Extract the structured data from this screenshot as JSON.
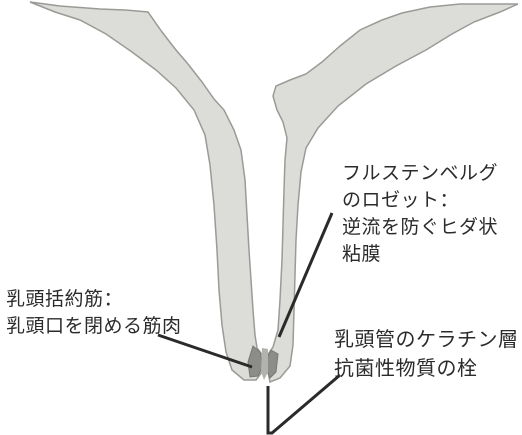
{
  "colors": {
    "wall_fill": "#dcdcd8",
    "wall_outline": "#9a9a96",
    "sphincter_fill": "#8c8c88",
    "keratin_plug": "#b2b2ae",
    "leader_line": "#2a2a2a",
    "text": "#2b2b2b"
  },
  "labels": {
    "furstenberg": {
      "line1": "フルステンベルグ",
      "line2": "のロゼット：",
      "line3": "逆流を防ぐヒダ状",
      "line4": "粘膜"
    },
    "sphincter": {
      "line1": "乳頭括約筋：",
      "line2": "乳頭口を閉める筋肉"
    },
    "keratin": {
      "line1": "乳頭管のケラチン層",
      "line2": "抗菌性物質の栓"
    }
  }
}
